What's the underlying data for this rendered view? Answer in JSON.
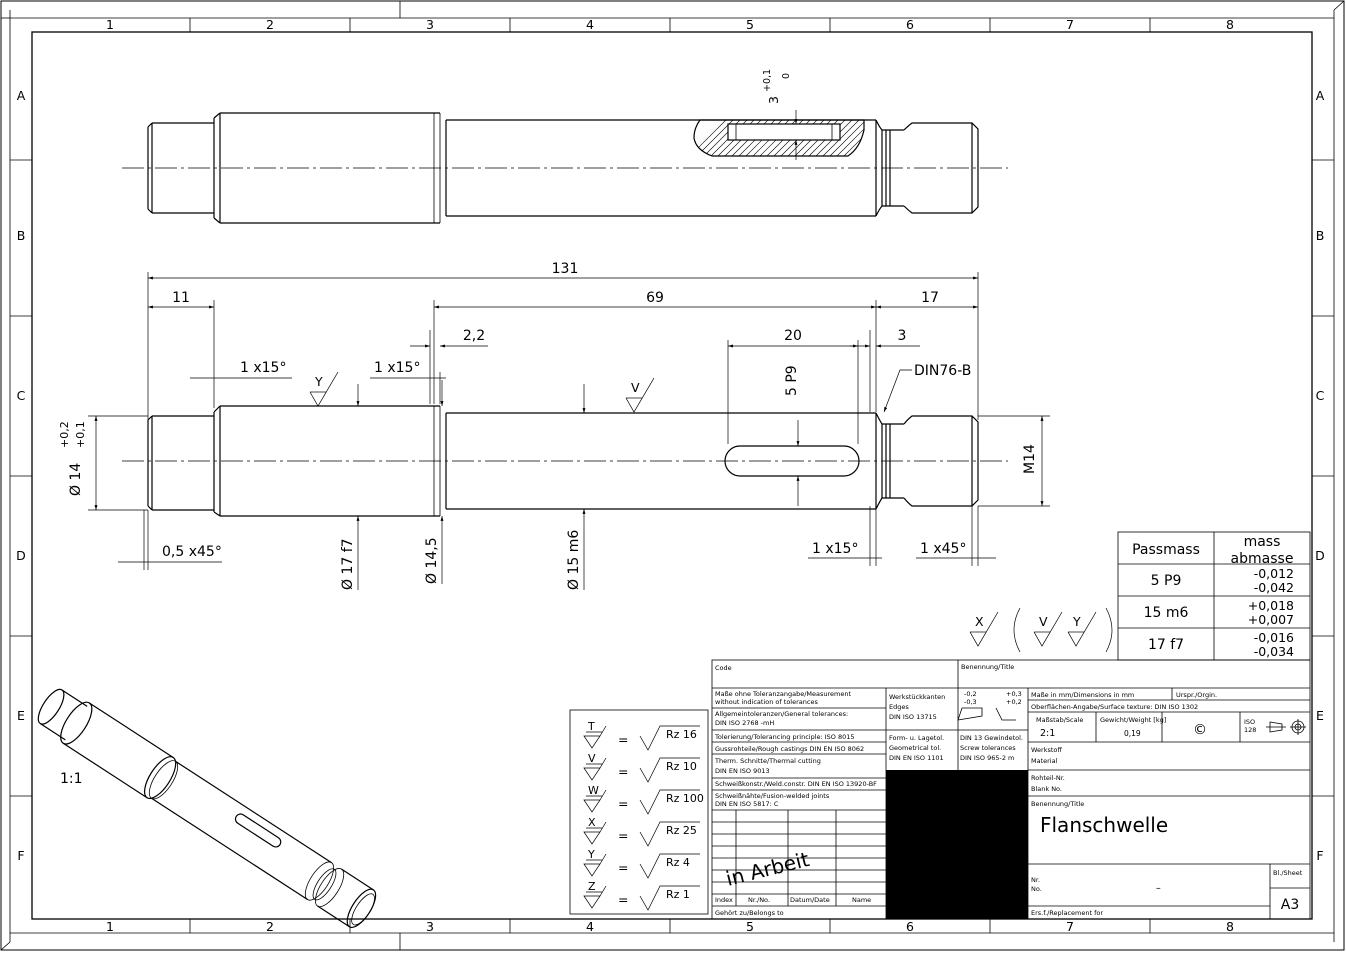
{
  "border": {
    "columns": [
      "1",
      "2",
      "3",
      "4",
      "5",
      "6",
      "7",
      "8"
    ],
    "rows": [
      "A",
      "B",
      "C",
      "D",
      "E",
      "F"
    ]
  },
  "dimensions": {
    "total_length": "131",
    "left_length": "11",
    "mid_length": "69",
    "right_length": "17",
    "groove_width": "2,2",
    "slot_length": "20",
    "undercut_width": "3",
    "chamfer_left_end": "1 x15°",
    "chamfer_collar": "1 x15°",
    "din76": "DIN76-B",
    "slot_width": "5 P9",
    "chamfer_small": "0,5 x45°",
    "chamfer_bottom_mid": "1 x15°",
    "chamfer_bottom_right": "1 x45°",
    "dia_14": "Ø 14",
    "tol_14_upper": "+0,2",
    "tol_14_lower": "+0,1",
    "dia_17": "Ø 17 f7",
    "dia_14_5": "Ø 14,5",
    "dia_15": "Ø 15 m6",
    "thread": "M14",
    "keyway_depth": "3",
    "keyway_tol_upper": "+0,1",
    "keyway_tol_lower": "0",
    "surface_y": "Y",
    "surface_v": "V"
  },
  "tolerance_table": {
    "header_left": "Passmass",
    "header_right_1": "mass",
    "header_right_2": "abmasse",
    "rows": [
      {
        "fit": "5 P9",
        "upper": "-0,012",
        "lower": "-0,042"
      },
      {
        "fit": "15 m6",
        "upper": "+0,018",
        "lower": "+0,007"
      },
      {
        "fit": "17 f7",
        "upper": "-0,016",
        "lower": "-0,034"
      }
    ]
  },
  "surface_general": {
    "main": "X",
    "in_brackets_1": "V",
    "in_brackets_2": "Y"
  },
  "surface_legend": [
    {
      "symbol": "T",
      "eq": "=",
      "value": "Rz 16"
    },
    {
      "symbol": "V",
      "eq": "=",
      "value": "Rz 10"
    },
    {
      "symbol": "W",
      "eq": "=",
      "value": "Rz 100"
    },
    {
      "symbol": "X",
      "eq": "=",
      "value": "Rz 25"
    },
    {
      "symbol": "Y",
      "eq": "=",
      "value": "Rz 4"
    },
    {
      "symbol": "Z",
      "eq": "=",
      "value": "Rz 1"
    }
  ],
  "iso_scale": "1:1",
  "title_block": {
    "code_label": "Code",
    "title_label": "Benennung/Title",
    "tol_note_1": "Maße ohne Toleranzangabe/Measurement",
    "tol_note_2": "without indication of tolerances",
    "general_tol_1": "Allgemeintoleranzen/General tolerances:",
    "general_tol_2": "DIN ISO 2768 -mH",
    "principle": "Tolerierung/Tolerancing principle: ISO 8015",
    "castings": "Gussrohteile/Rough castings DIN EN ISO 8062",
    "thermal_1": "Therm. Schnitte/Thermal cutting",
    "thermal_2": "DIN EN ISO 9013",
    "weld_constr": "Schweißkonstr./Weld.constr. DIN EN ISO 13920-BF",
    "fusion_1": "Schweißnähte/Fusion-welded joints",
    "fusion_2": "DIN EN ISO 5817: C",
    "edges_1": "Werkstückkanten",
    "edges_2": "Edges",
    "edges_3": "DIN ISO 13715",
    "edge_tol_1": "-0,2",
    "edge_tol_2": "-0,3",
    "edge_tol_3": "+0,3",
    "edge_tol_4": "+0,2",
    "form_1": "Form- u. Lagetol.",
    "form_2": "Geometrical tol.",
    "form_3": "DIN EN ISO 1101",
    "thread_1": "DIN 13 Gewindetol.",
    "thread_2": "Screw tolerances",
    "thread_3": "DIN ISO 965-2 m",
    "dims_mm": "Maße in mm/Dimensions in mm",
    "origin": "Urspr./Orgin.",
    "surface_texture": "Oberflächen-Angabe/Surface texture: DIN ISO 1302",
    "scale_label": "Maßstab/Scale",
    "scale_value": "2:1",
    "weight_label": "Gewicht/Weight [kg]",
    "weight_value": "0,19",
    "copyright": "©",
    "iso128_1": "ISO",
    "iso128_2": "128",
    "material_1": "Werkstoff",
    "material_2": "Material",
    "blank_1": "Rohteil-Nr.",
    "blank_2": "Blank No.",
    "title_label_2": "Benennung/Title",
    "title_value": "Flanschwelle",
    "stamp": "in Arbeit",
    "rev_index": "Index",
    "rev_nr": "Nr./No.",
    "rev_date": "Datum/Date",
    "rev_name": "Name",
    "belongs_to": "Gehört zu/Belongs to",
    "nr_1": "Nr.",
    "nr_2": "No.",
    "nr_value": "–",
    "sheet_label": "Bl./Sheet",
    "sheet_format": "A3",
    "replacement": "Ers.f./Replacement for"
  }
}
